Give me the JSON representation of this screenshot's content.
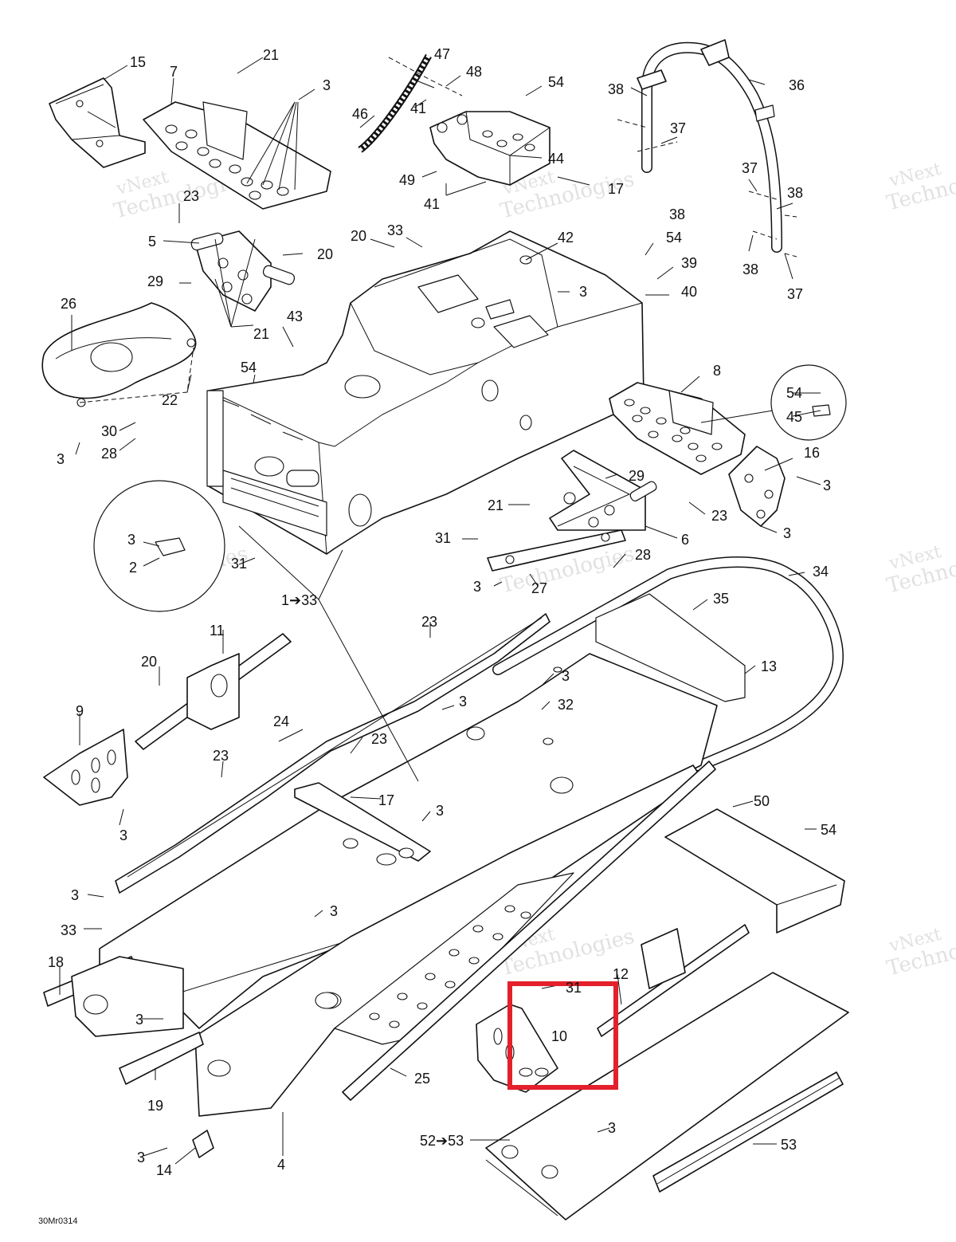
{
  "diagram": {
    "drawing_code": "30Mr0314",
    "watermark_text": [
      "vNext",
      "Technologies"
    ],
    "highlight_color": "#e3202b",
    "highlighted_part": "10",
    "range_callouts": {
      "main_frame": "1➔33",
      "runner_kit": "52➔53"
    },
    "callouts": {
      "c15": "15",
      "c7": "7",
      "c21a": "21",
      "c3a": "3",
      "c47": "47",
      "c48": "48",
      "c41a": "41",
      "c46": "46",
      "c54a": "54",
      "c44": "44",
      "c49": "49",
      "c41b": "41",
      "c17": "17",
      "c38a": "38",
      "c36": "36",
      "c37a": "37",
      "c38b": "38",
      "c37b": "37",
      "c38c": "38",
      "c38d": "38",
      "c37c": "37",
      "c23a": "23",
      "c5": "5",
      "c20a": "20",
      "c29a": "29",
      "c21b": "21",
      "c26": "26",
      "c22": "22",
      "c30": "30",
      "c28a": "28",
      "c3b": "3",
      "c20b": "20",
      "c33a": "33",
      "c42": "42",
      "c3c": "3",
      "c54b": "54",
      "c39": "39",
      "c40": "40",
      "c43": "43",
      "c54c": "54",
      "c8": "8",
      "c54d": "54",
      "c45": "45",
      "c16": "16",
      "c3d": "3",
      "c3e": "3",
      "c3f": "3",
      "c2": "2",
      "c31a": "31",
      "c29b": "29",
      "c21c": "21",
      "c23b": "23",
      "c6": "6",
      "c31b": "31",
      "c28b": "28",
      "c3g": "3",
      "c27": "27",
      "c34": "34",
      "c35": "35",
      "c11": "11",
      "c23c": "23",
      "c20c": "20",
      "c13": "13",
      "c3h": "3",
      "c32": "32",
      "c3i": "3",
      "c9": "9",
      "c24": "24",
      "c23d": "23",
      "c23e": "23",
      "c3j": "3",
      "c17b": "17",
      "c3k": "3",
      "c50": "50",
      "c54e": "54",
      "c3l": "3",
      "c33b": "33",
      "c3m": "3",
      "c18": "18",
      "c12": "12",
      "c31c": "31",
      "c10": "10",
      "c3n": "3",
      "c19": "19",
      "c25": "25",
      "c3o": "3",
      "c3p": "3",
      "c14": "14",
      "c4": "4",
      "c53": "53"
    }
  }
}
